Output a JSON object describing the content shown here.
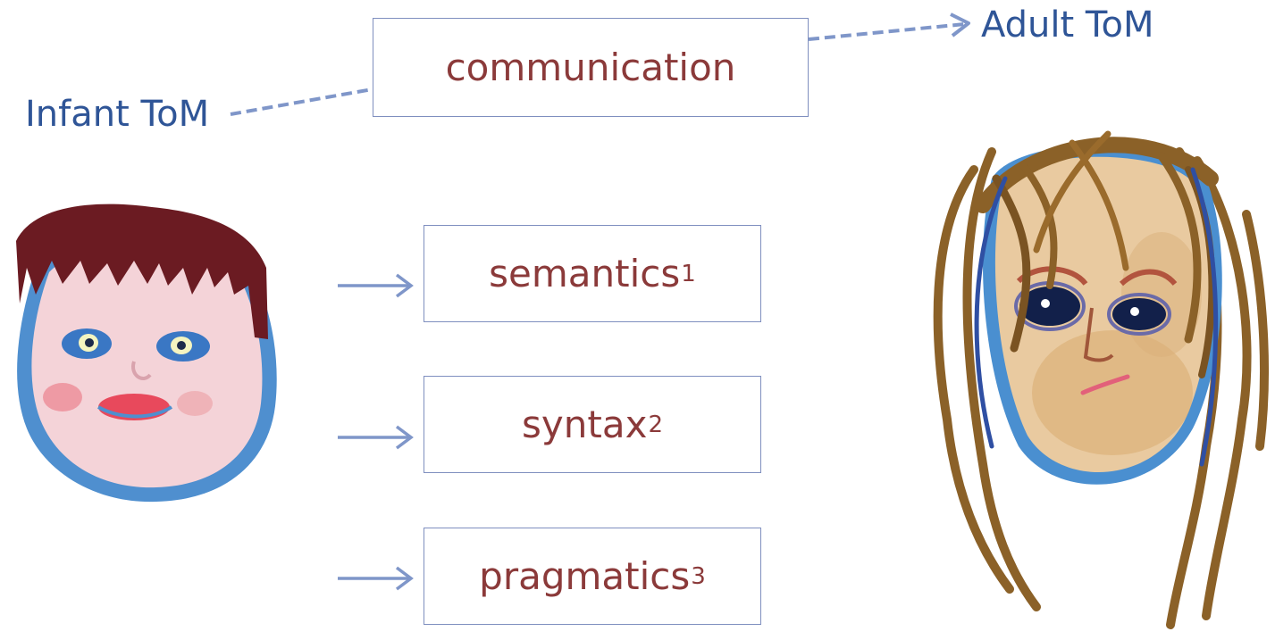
{
  "labels": {
    "infant": "Infant ToM",
    "adult": "Adult ToM"
  },
  "boxes": {
    "communication": {
      "text": "communication",
      "sup": ""
    },
    "semantics": {
      "text": "semantics",
      "sup": "1"
    },
    "syntax": {
      "text": "syntax",
      "sup": "2"
    },
    "pragmatics": {
      "text": "pragmatics",
      "sup": "3"
    }
  },
  "colors": {
    "label_blue": "#2f5597",
    "box_text": "#8b3a3a",
    "arrow": "#7f96c9",
    "box_border": "#7f8fbf"
  },
  "icons": {
    "infant_face": "child-face-drawing-icon",
    "adult_face": "woman-face-drawing-icon"
  }
}
